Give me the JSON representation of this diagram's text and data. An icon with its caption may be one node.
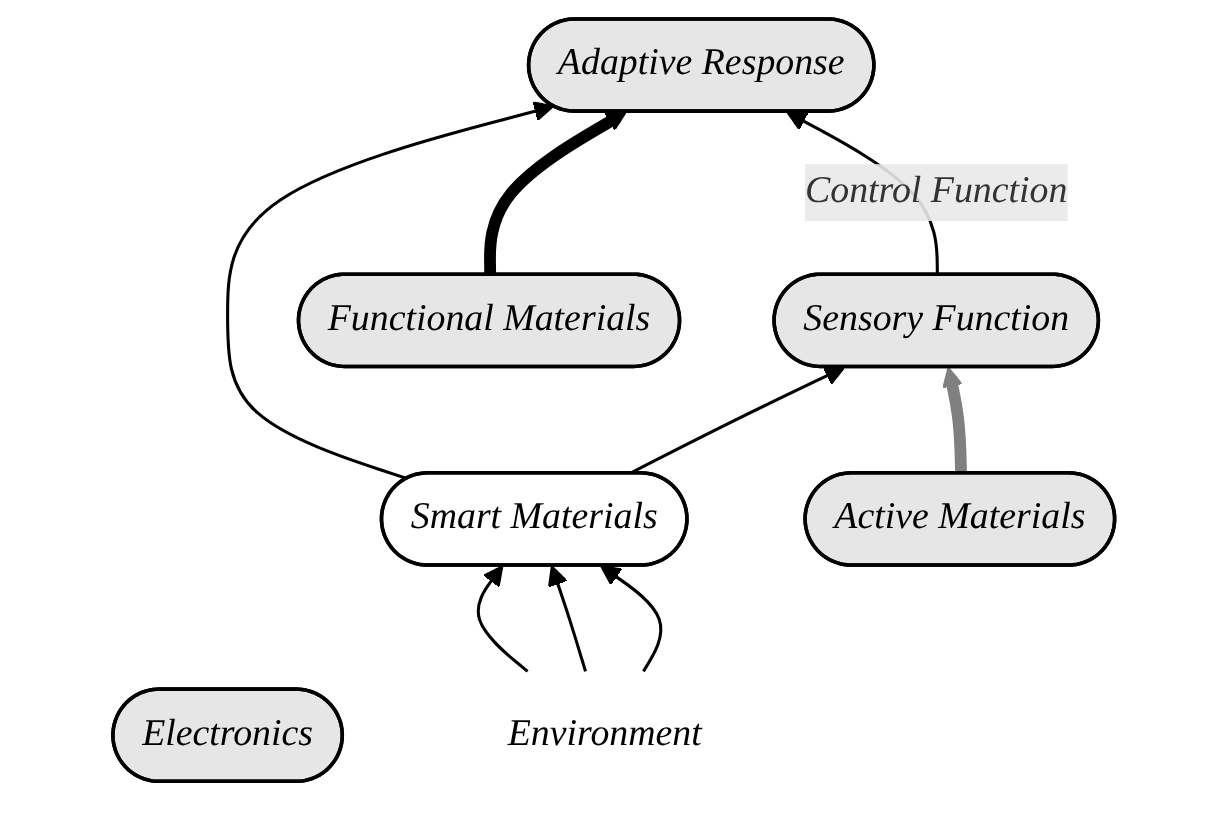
{
  "diagram": {
    "nodes": [
      {
        "text": [
          "Electronics"
        ]
      },
      {
        "text": [
          "Sensory Function"
        ]
      },
      {
        "text": [
          "Adaptive Response"
        ]
      },
      {
        "text": [
          "Smart Materials"
        ]
      },
      {
        "text": [
          "Active Materials"
        ]
      },
      {
        "text": [
          "Functional Materials"
        ]
      },
      {
        "text": [
          "Environment"
        ]
      }
    ],
    "edges": [
      {
        "from": 1,
        "to": 2,
        "arrow": "to",
        "label": "Control Function"
      },
      {
        "from": 3,
        "to": 1,
        "arrow": "to"
      },
      {
        "from": 3,
        "to": 2,
        "arrow": "to"
      },
      {
        "from": 4,
        "to": 1,
        "arrow": "to",
        "style": "thick",
        "color": "#808080"
      },
      {
        "from": 5,
        "to": 2,
        "arrow": "to",
        "style": "thick"
      },
      {
        "from": 6,
        "to": 3,
        "arrow": "to"
      },
      {
        "from": 6,
        "to": 3,
        "arrow": "to"
      },
      {
        "from": 6,
        "to": 3,
        "arrow": "to"
      }
    ]
  }
}
